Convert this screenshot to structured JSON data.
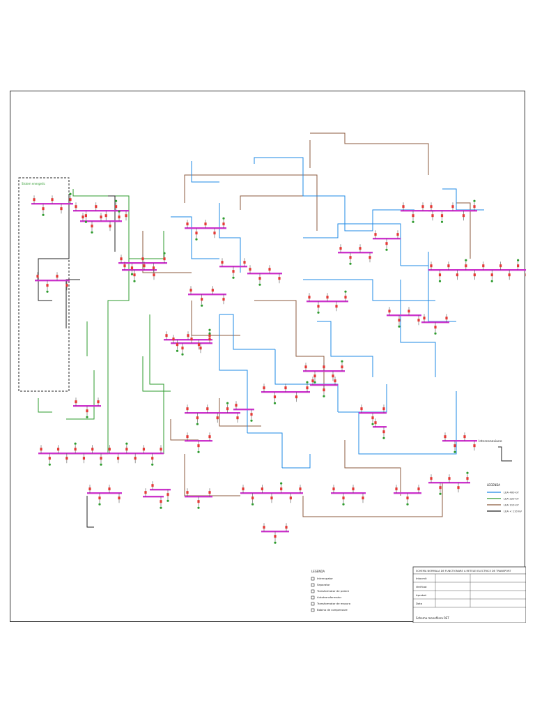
{
  "diagram": {
    "colors": {
      "kv400": "#1e88e5",
      "kv220": "#2e9b2e",
      "kv110": "#8b5a3c",
      "lv": "#222222",
      "busbar": "#cc33cc",
      "breaker": "#e53935",
      "frame": "#333333"
    },
    "legend": {
      "title": "LEGENDA",
      "items": [
        {
          "label": "LEA 400 kV",
          "color": "#1e88e5"
        },
        {
          "label": "LEA 220 kV",
          "color": "#2e9b2e"
        },
        {
          "label": "LEA 110 kV",
          "color": "#8b5a3c"
        },
        {
          "label": "LEA < 110 kV",
          "color": "#222222"
        }
      ]
    },
    "symbols_legend": {
      "title": "LEGENDA",
      "items": [
        "Intrerupator",
        "Separator",
        "Transformator de putere",
        "Autotransformator",
        "Transformator de masura",
        "Bobina de compensare"
      ]
    },
    "title_block": {
      "title": "SCHEMA NORMALA DE FUNCTIONARE A RETELEI ELECTRICE DE TRANSPORT",
      "rows": [
        [
          "Intocmit",
          "",
          ""
        ],
        [
          "Verificat",
          "",
          ""
        ],
        [
          "Aprobat",
          "",
          ""
        ],
        [
          "Data",
          "",
          ""
        ]
      ],
      "footer": "Schema monofilara RET"
    },
    "note_label": "Sistem energetic",
    "right_label": "Interconexiune"
  }
}
